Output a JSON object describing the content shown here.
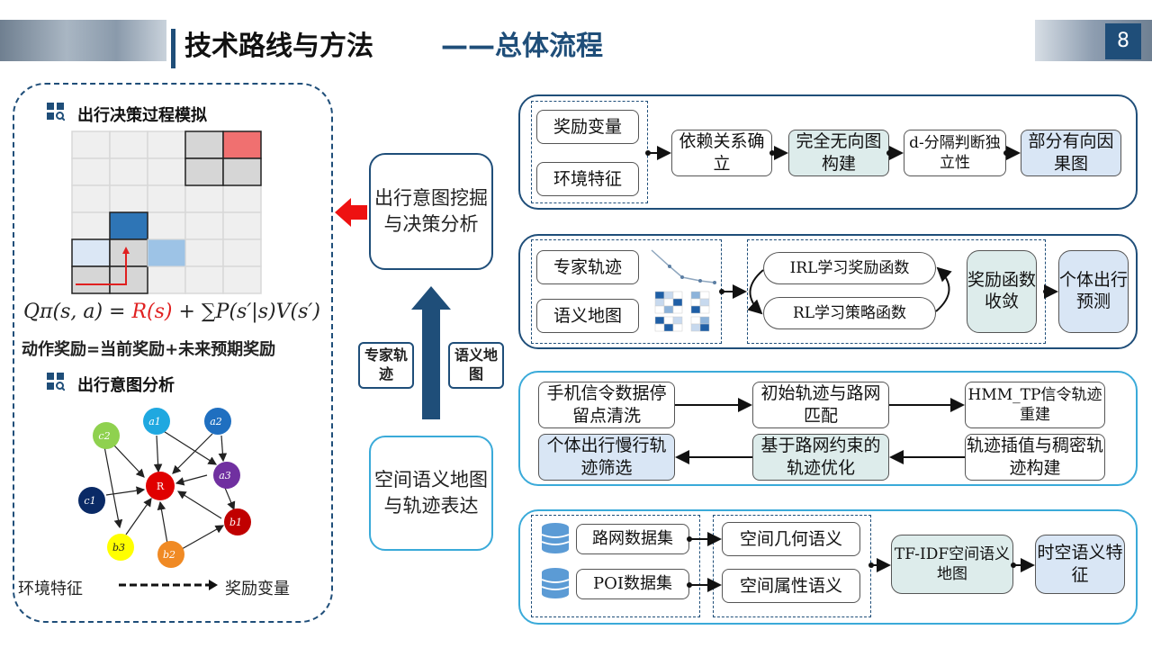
{
  "header": {
    "title": "技术路线与方法",
    "subtitle": "——总体流程",
    "page_number": "8"
  },
  "left": {
    "section1_title": "出行决策过程模拟",
    "formula_a": "Qπ(s, a) = ",
    "formula_r": "R(s)",
    "formula_b": " + ∑P(s′|s)V(s′)",
    "note": "动作奖励=当前奖励+未来预期奖励",
    "section2_title": "出行意图分析",
    "graph_nodes": {
      "a1": "a1",
      "a2": "a2",
      "a3": "a3",
      "b1": "b1",
      "b2": "b2",
      "b3": "b3",
      "c1": "c1",
      "c2": "c2",
      "R": "R"
    },
    "legend_left": "环境特征",
    "legend_right": "奖励变量"
  },
  "center": {
    "intent_box": "出行意图挖掘与决策分析",
    "tag_left": "专家轨迹",
    "tag_right": "语义地图",
    "spatial_box": "空间语义地图与轨迹表达"
  },
  "panel1": {
    "reward_var": "奖励变量",
    "env_feat": "环境特征",
    "dependency": "依赖关系确立",
    "undirected": "完全无向图构建",
    "dsep": "d-分隔判断独立性",
    "partial": "部分有向因果图"
  },
  "panel2": {
    "expert": "专家轨迹",
    "semantic_map": "语义地图",
    "irl": "IRL学习奖励函数",
    "rl": "RL学习策略函数",
    "converge": "奖励函数收敛",
    "predict": "个体出行预测"
  },
  "panel3": {
    "signaling": "手机信令数据停留点清洗",
    "initial": "初始轨迹与路网匹配",
    "hmm": "HMM_TP信令轨迹重建",
    "filter": "个体出行慢行轨迹筛选",
    "optimize": "基于路网约束的轨迹优化",
    "interp": "轨迹插值与稠密轨迹构建"
  },
  "panel4": {
    "road": "路网数据集",
    "poi": "POI数据集",
    "geo": "空间几何语义",
    "attr": "空间属性语义",
    "tfidf": "TF-IDF空间语义地图",
    "st": "时空语义特征"
  },
  "colors": {
    "primary": "#1f4e79",
    "light": "#3aaad9",
    "red": "#e02020",
    "teal_fill": "#ddeceb",
    "blue_fill": "#d9e6f5"
  }
}
